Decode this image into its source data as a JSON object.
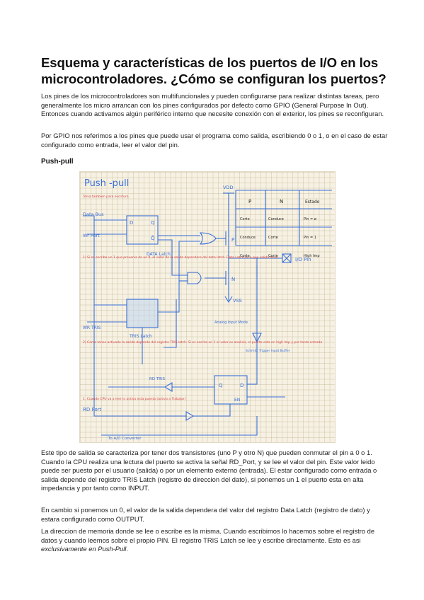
{
  "title": "Esquema y características de los puertos de I/O en los microcontroladores. ¿Cómo se configuran los puertos?",
  "intro": {
    "p1": "Los pines de los microcontroladores son multifuncionales y pueden configurarse para realizar distintas tareas, pero generalmente los micro arrancan con los pines configurados por defecto como GPIO (General Purpose In Out). Entonces cuando activamos algún periférico interno que necesite conexión con el exterior, los pines se reconfiguran.",
    "p2": "Por GPIO nos referimos a los pines que puede usar el programa como salida, escribiendo 0 o 1, o en el caso de estar configurado como entrada, leer el valor del pin."
  },
  "section_title": "Push-pull",
  "figure": {
    "title": "Push -pull",
    "labels": {
      "data_bus": "Data Bus",
      "wr_port": "Wr Port",
      "wr_tris": "WR TRIS",
      "rd_tris": "RD TRIS",
      "rd_port": "RD Port",
      "vdd": "VDD",
      "vss": "VSS",
      "io_pin": "I/O Pin",
      "data_latch": "DATA Latch",
      "tris_latch": "TRIS Latch",
      "analog_input": "Analog Input Mode",
      "schmitt": "Schmitt Trigger Input Buffer",
      "to_ad": "To A/D Converter",
      "p": "P",
      "n": "N",
      "d": "D",
      "q": "Q",
      "qbar": "Q̄",
      "en": "EN"
    },
    "notes": {
      "note_top": "Tenia tambien para escritura",
      "note1": "1) Si se escribe un 1 que provenia de un 0, el valor de la salida dependera del data latch. Data Latch dice que salida tiene",
      "note2": "2) Como tenes activado la salida depende del registro TRIS latch. Si es escrito en 1 el valor es analisis, el puerto esta en high Imp y por tanto entrada",
      "note3": "1. Cuando CPU va a leer lo activa esta puesta (activa a Trabajar)"
    },
    "table": {
      "headers": [
        "P",
        "N",
        "Estado"
      ],
      "rows": [
        [
          "Corte",
          "Conduce",
          "Pin = ø"
        ],
        [
          "Conduce",
          "Corte",
          "Pin = 1"
        ],
        [
          "Corte",
          "Corte",
          "High Imp"
        ]
      ]
    }
  },
  "body": {
    "p3": "Este tipo de salida se caracteriza por tener dos transistores (uno P y otro N) que pueden conmutar el pin a 0 o 1. Cuando la CPU realiza una lectura del puerto se activa la señal RD_Port, y se lee el valor del pin. Este valor leido puede ser puesto por el usuario (salida) o por un elemento externo (entrada). El estar configurado como entrada o salida depende del registro TRIS Latch (registro de direccion del dato), si ponemos un 1 el puerto esta en alta impedancia y por tanto como INPUT.",
    "p4": "En cambio si ponemos un 0, el valor de la salida dependera del valor del registro Data Latch (registro de dato) y estara configurado como OUTPUT.",
    "p5_a": "La direccion de memoria donde se lee o escribe es la misma. Cuando escribimos lo hacemos sobre el registro de datos y cuando leemos sobre el propio PIN. El registro TRIS Latch se lee y escribe directamente. Esto es asi ",
    "p5_em": "exclusivamente en Push-Pull",
    "p5_b": "."
  },
  "colors": {
    "ink_blue": "#3a6fd8",
    "paper": "#f6f1e3",
    "note_red": "#d44444"
  }
}
